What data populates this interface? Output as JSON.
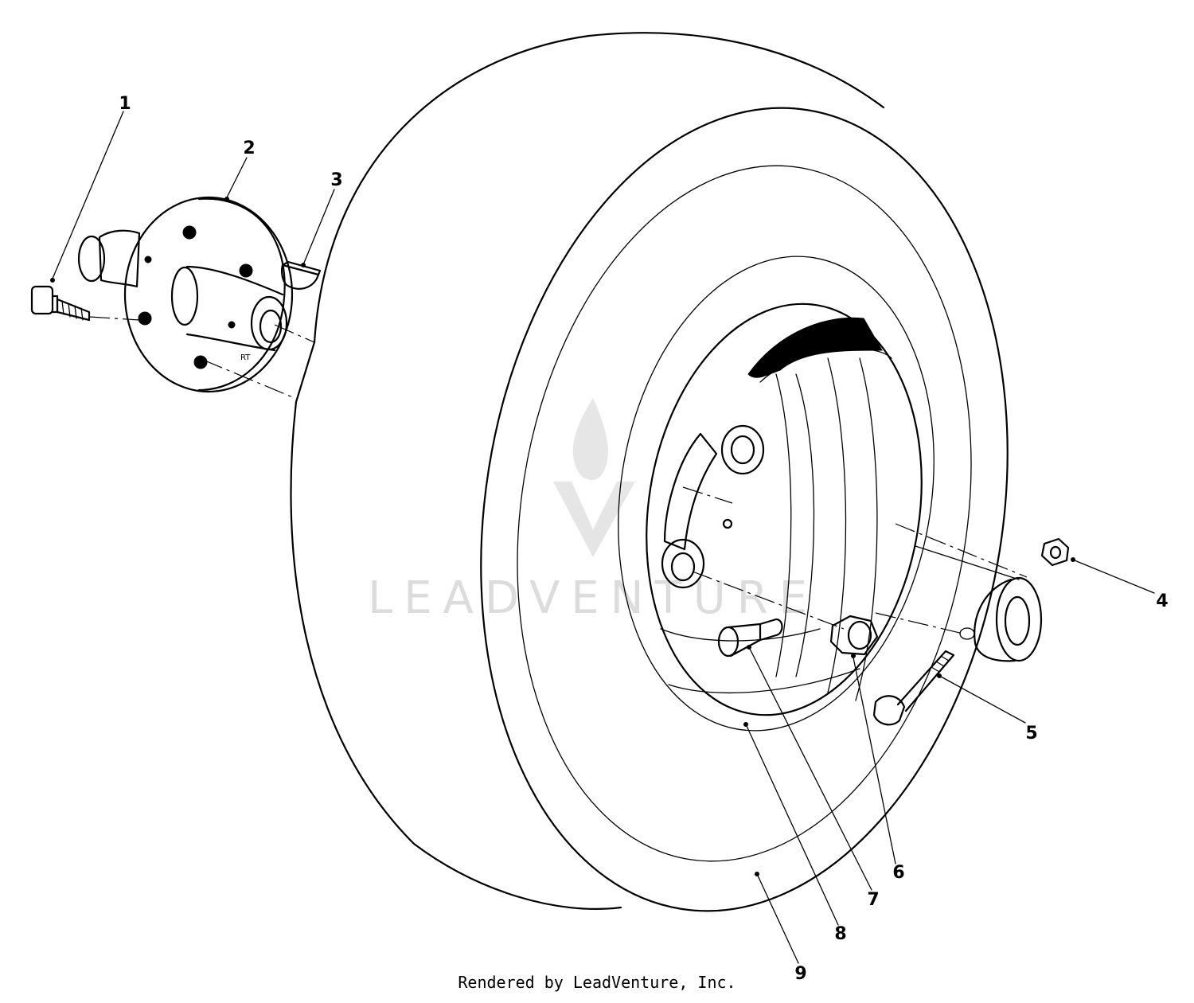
{
  "callouts": [
    "1",
    "2",
    "3",
    "4",
    "5",
    "6",
    "7",
    "8",
    "9"
  ],
  "watermark": "LEADVENTURE",
  "footer": "Rendered by LeadVenture, Inc.",
  "colors": {
    "line": "#000000",
    "watermark": "#d9d9d9",
    "background": "#ffffff"
  }
}
